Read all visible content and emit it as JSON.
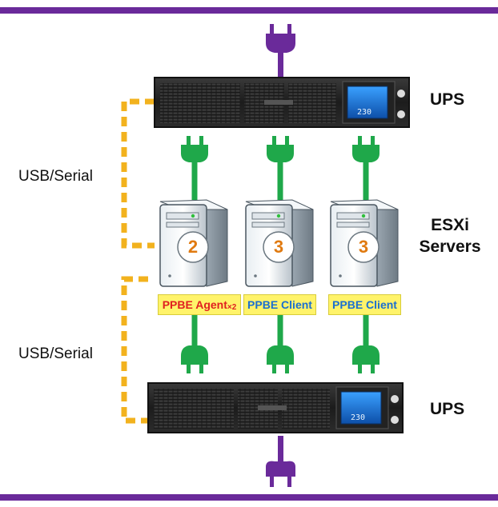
{
  "labels": {
    "ups_top": "UPS",
    "ups_bottom": "UPS",
    "esxi_line1": "ESXi",
    "esxi_line2": "Servers",
    "usb_top": "USB/Serial",
    "usb_bottom": "USB/Serial"
  },
  "servers": [
    {
      "number": "2",
      "role": "PPBE Agent",
      "role_suffix": "×2"
    },
    {
      "number": "3",
      "role": "PPBE Client"
    },
    {
      "number": "3",
      "role": "PPBE Client"
    }
  ],
  "ups_display": {
    "top": "230",
    "bottom": "230"
  },
  "colors": {
    "border": "#6a2a9a",
    "mains_plug": "#6a2a9a",
    "ups_plug": "#1fa84a",
    "usb_cable": "#f2b21e",
    "tag_bg": "#fff36a",
    "agent_text": "#e02020",
    "client_text": "#1a6fd0",
    "number_text": "#e07a10"
  }
}
